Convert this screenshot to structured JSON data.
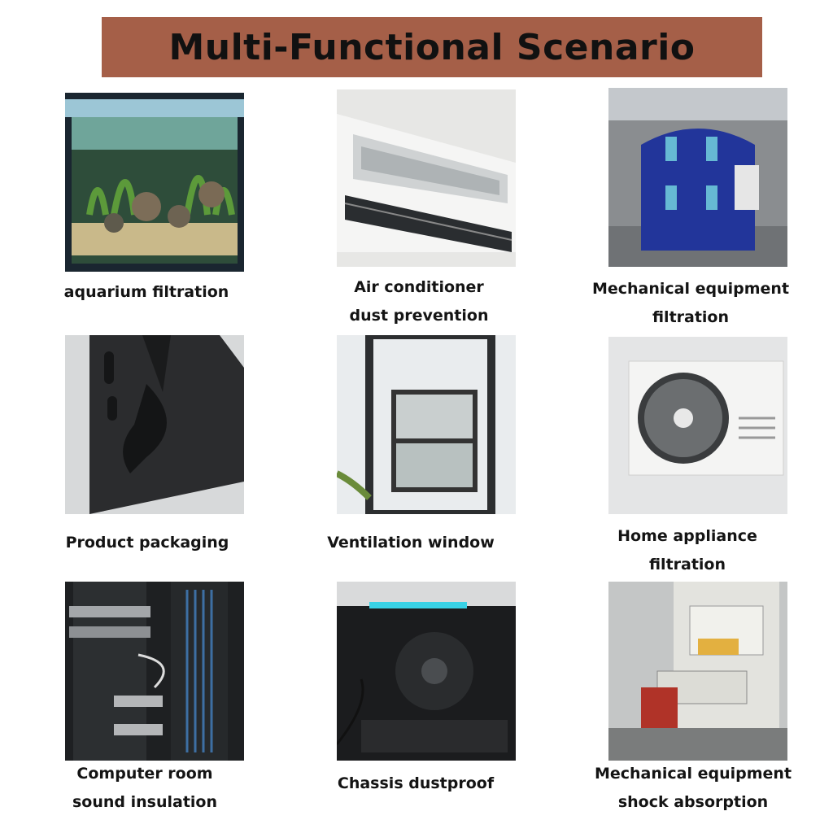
{
  "header": {
    "title": "Multi-Functional Scenario"
  },
  "scenarios": [
    {
      "line1": "aquarium filtration",
      "line2": ""
    },
    {
      "line1": "Air conditioner",
      "line2": "dust prevention"
    },
    {
      "line1": "Mechanical equipment",
      "line2": "filtration"
    },
    {
      "line1": "Product packaging",
      "line2": ""
    },
    {
      "line1": "Ventilation window",
      "line2": ""
    },
    {
      "line1": "Home appliance",
      "line2": "filtration"
    },
    {
      "line1": "Computer room",
      "line2": "sound insulation"
    },
    {
      "line1": "Chassis dustproof",
      "line2": ""
    },
    {
      "line1": "Mechanical equipment",
      "line2": "shock absorption"
    }
  ]
}
